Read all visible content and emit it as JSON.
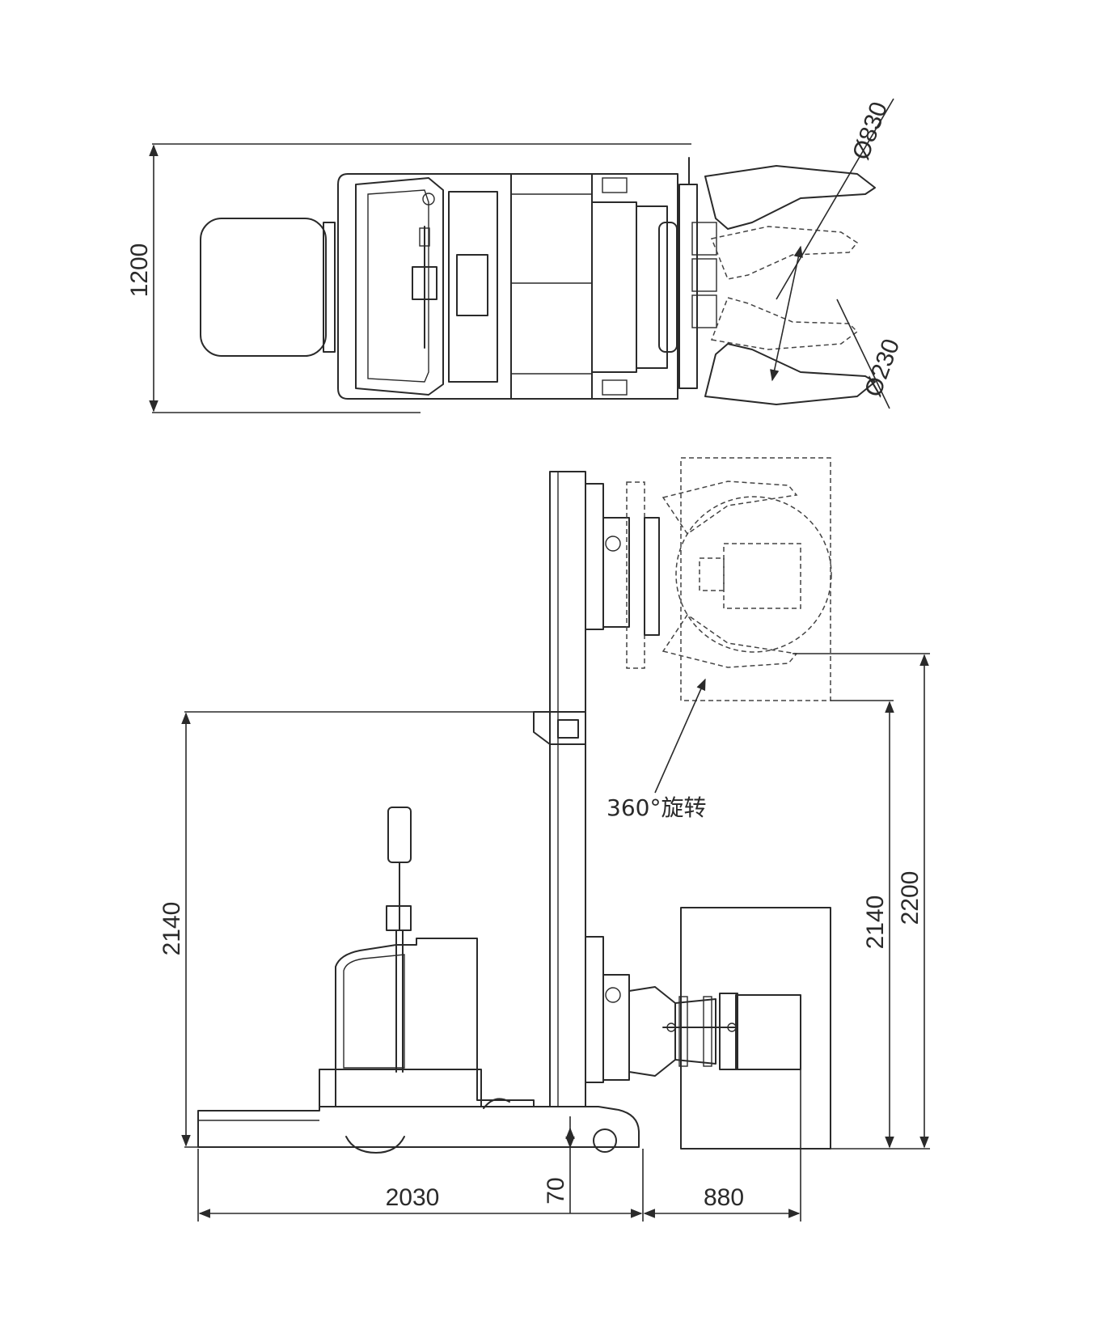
{
  "top_view": {
    "width_label": "1200",
    "max_diameter_label": "Ø830",
    "min_diameter_label": "Ø230"
  },
  "side_view": {
    "overall_length_label": "2030",
    "ground_clearance_label": "70",
    "load_length_label": "880",
    "left_height_label": "2140",
    "right_height_label": "2140",
    "max_height_label": "2200",
    "rotation_note": "360°旋转"
  }
}
